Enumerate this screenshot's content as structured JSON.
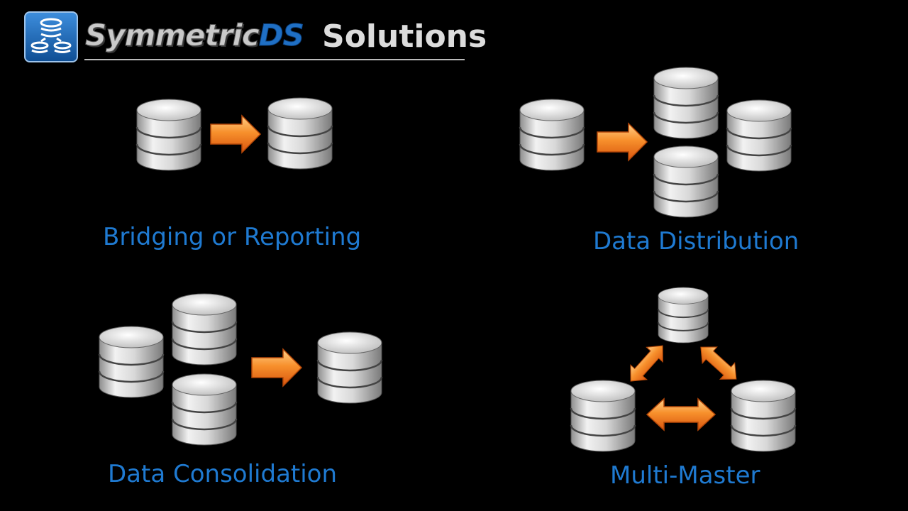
{
  "header": {
    "brand_part1": "Symmetric",
    "brand_part2": "DS",
    "title": "Solutions"
  },
  "panels": {
    "bridging": {
      "caption": "Bridging or Reporting"
    },
    "distribution": {
      "caption": "Data Distribution"
    },
    "consolidation": {
      "caption": "Data Consolidation"
    },
    "multimaster": {
      "caption": "Multi-Master"
    }
  },
  "colors": {
    "background": "#000000",
    "caption": "#1f7ad1",
    "arrow": "#f07a1e",
    "logo": "#1f6fc4"
  },
  "icons": {
    "logo": "database-logo-icon",
    "node": "database-icon",
    "arrow": "arrow-right-icon",
    "double_arrow": "double-arrow-icon"
  }
}
